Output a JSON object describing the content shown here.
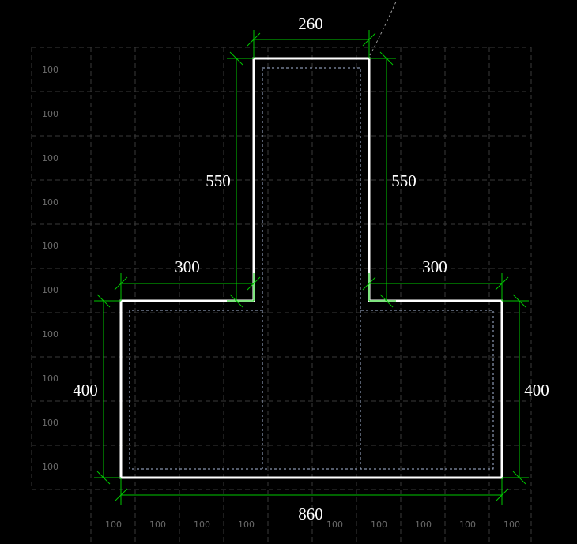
{
  "drawing": {
    "grid_row_labels": [
      "100",
      "100",
      "100",
      "100",
      "100",
      "100",
      "100",
      "100",
      "100",
      "100"
    ],
    "grid_col_labels": [
      "100",
      "100",
      "100",
      "100",
      "100",
      "100",
      "100",
      "100",
      "100"
    ],
    "dimensions": {
      "top_width": "260",
      "web_left_height": "550",
      "web_right_height": "550",
      "flange_left_width": "300",
      "flange_right_width": "300",
      "flange_left_height": "400",
      "flange_right_height": "400",
      "bottom_width": "860"
    }
  },
  "colors": {
    "background": "#000000",
    "outline": "#ffffff",
    "dimension_line": "#00c800",
    "grid": "#3a3a3a",
    "inner_dashed": "#a8b8d8"
  }
}
